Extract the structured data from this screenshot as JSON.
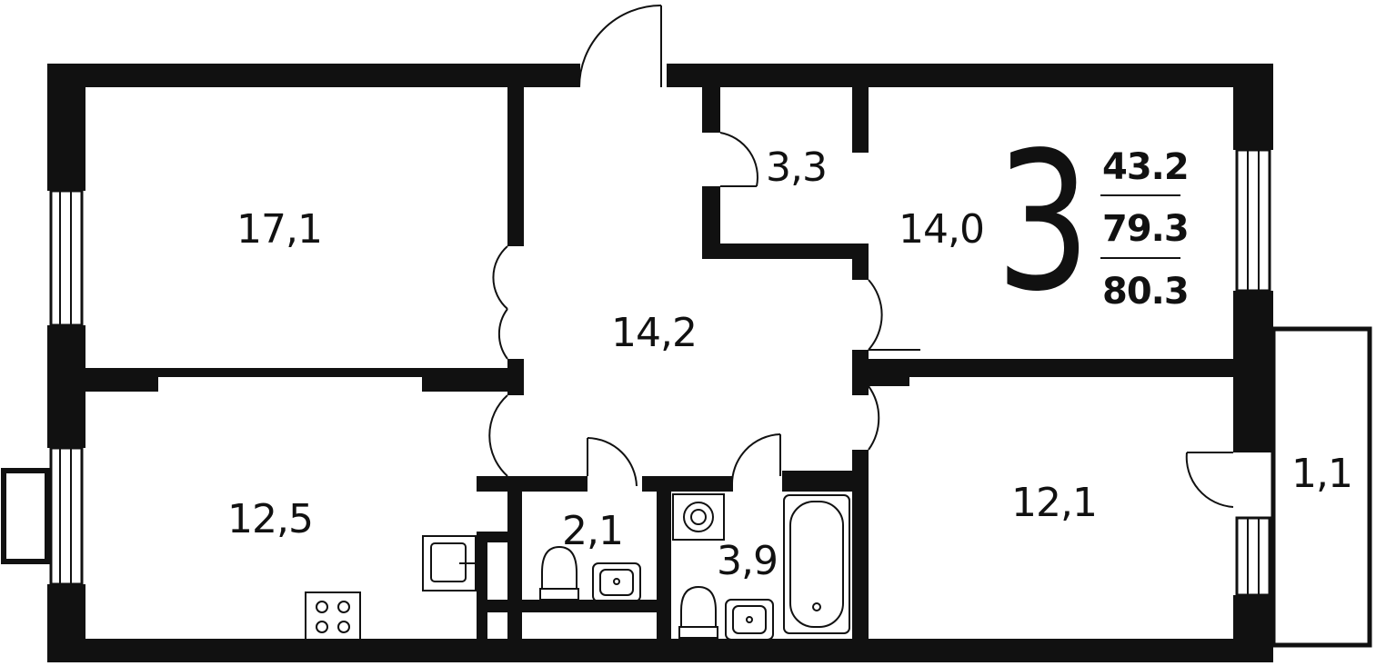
{
  "plan": {
    "rooms_count": "3",
    "areas": {
      "living": "43.2",
      "total": "79.3",
      "total_with_balcony": "80.3"
    },
    "rooms": [
      {
        "id": "room-top-left",
        "area": "17,1"
      },
      {
        "id": "room-bottom-left-kitchen",
        "area": "12,5"
      },
      {
        "id": "hallway",
        "area": "14,2"
      },
      {
        "id": "storage",
        "area": "3,3"
      },
      {
        "id": "room-top-right",
        "area": "14,0"
      },
      {
        "id": "room-bottom-right",
        "area": "12,1"
      },
      {
        "id": "toilet",
        "area": "2,1"
      },
      {
        "id": "bathroom",
        "area": "3,9"
      },
      {
        "id": "balcony",
        "area": "1,1"
      }
    ]
  }
}
